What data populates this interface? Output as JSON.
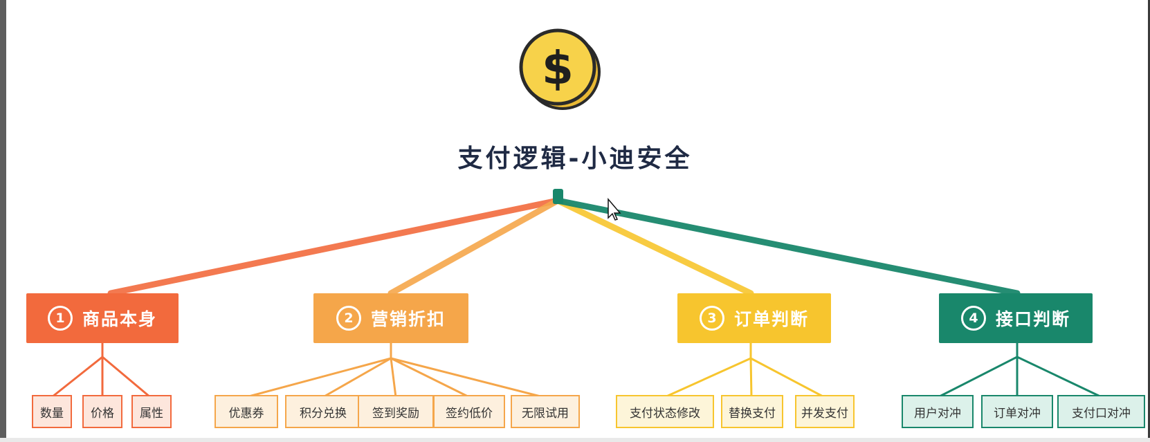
{
  "title": "支付逻辑-小迪安全",
  "icon": "dollar-coin-icon",
  "colors": {
    "red": "#f26a3d",
    "orange": "#f5a64a",
    "yellow": "#f7c52e",
    "green": "#19876b",
    "coin": "#f7d24a",
    "title": "#1f2a44"
  },
  "branches": [
    {
      "num": "1",
      "label": "商品本身",
      "leaves": [
        "数量",
        "价格",
        "属性"
      ]
    },
    {
      "num": "2",
      "label": "营销折扣",
      "leaves": [
        "优惠券",
        "积分兑换",
        "签到奖励",
        "签约低价",
        "无限试用"
      ]
    },
    {
      "num": "3",
      "label": "订单判断",
      "leaves": [
        "支付状态修改",
        "替换支付",
        "并发支付"
      ]
    },
    {
      "num": "4",
      "label": "接口判断",
      "leaves": [
        "用户对冲",
        "订单对冲",
        "支付口对冲"
      ]
    }
  ]
}
